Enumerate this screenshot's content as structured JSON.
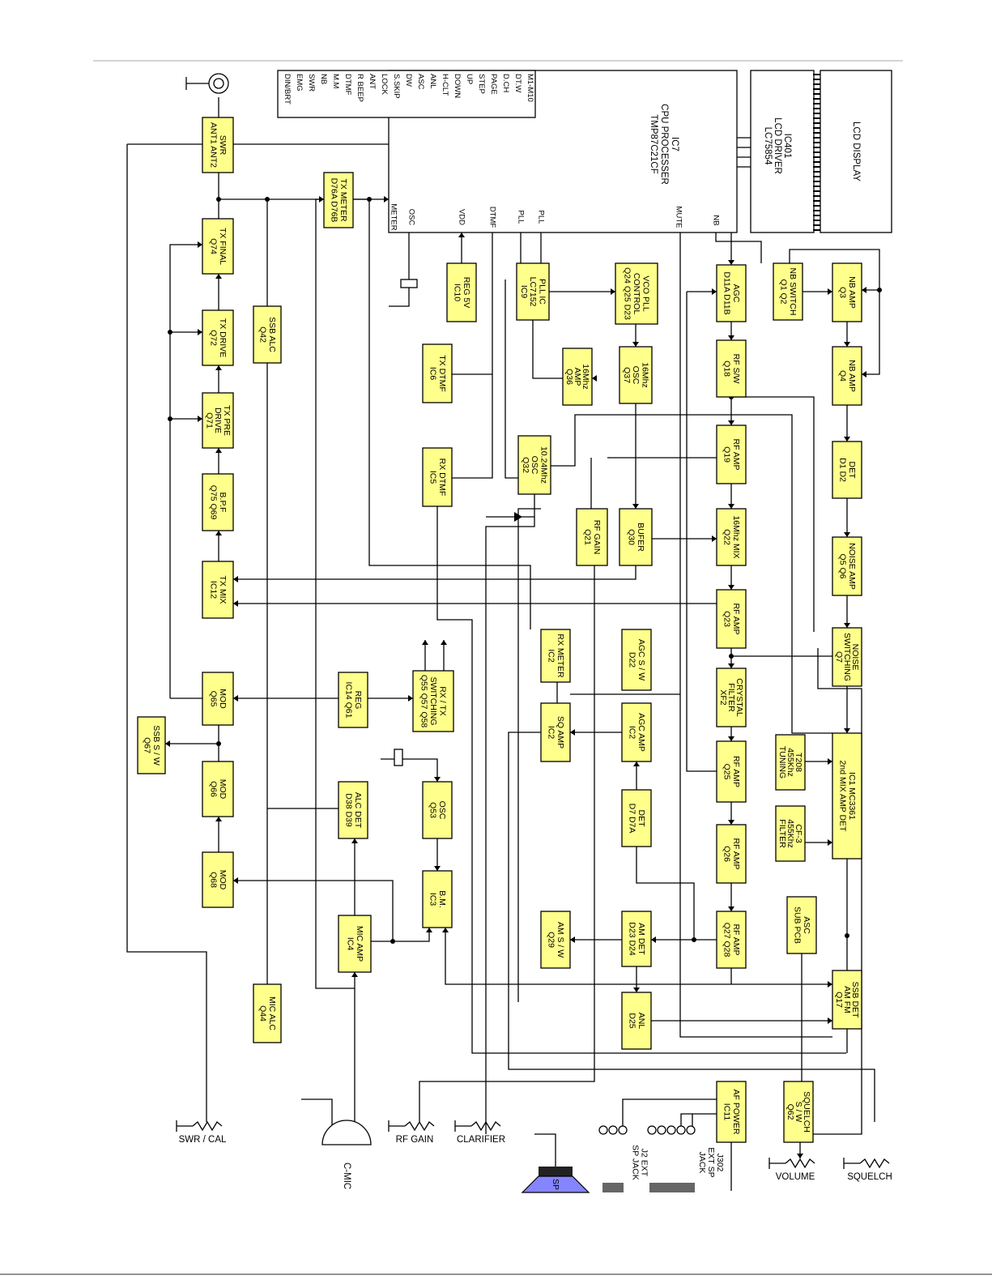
{
  "blocks": {
    "swr": [
      "SWR",
      "ANT1 ANT2"
    ],
    "tx_meter": [
      "TX METER",
      "D76A D76B"
    ],
    "tx_final": [
      "TX FINAL",
      "Q74"
    ],
    "ssb_alc": [
      "SSB ALC",
      "Q42"
    ],
    "tx_drive": [
      "TX DRIVE",
      "Q72"
    ],
    "tx_pre": [
      "TX PRE",
      "DRIVE",
      "Q71"
    ],
    "bpf": [
      "B.P.F",
      "Q75 Q69"
    ],
    "tx_mix": [
      "TX MIX",
      "IC12"
    ],
    "mod65": [
      "MOD",
      "Q65"
    ],
    "ssb_sw": [
      "SSB S / W",
      "Q67"
    ],
    "mod66": [
      "MOD",
      "Q66"
    ],
    "mod68": [
      "MOD",
      "Q68"
    ],
    "mic_alc": [
      "MIC ALC",
      "Q44"
    ],
    "reg5v": [
      "REG 5V",
      "IC10"
    ],
    "tx_dtmf": [
      "TX DTMF",
      "IC6"
    ],
    "rx_dtmf": [
      "RX DTMF",
      "IC5"
    ],
    "reg_ic14": [
      "REG",
      "IC14 Q61"
    ],
    "rxtx_sw": [
      "RX / TX",
      "SWITCHING",
      "Q55 Q57 Q58"
    ],
    "alc_det": [
      "ALC DET",
      "D38 D39"
    ],
    "mic_amp": [
      "MIC AMP",
      "IC4"
    ],
    "osc53": [
      "OSC",
      "Q53"
    ],
    "bm": [
      "B.M.",
      "IC3"
    ],
    "pll_ic": [
      "PLL IC",
      "LC7152",
      "IC9"
    ],
    "vco": [
      "VCO PLL",
      "CONTROL",
      "Q24 Q25 D23"
    ],
    "amp16": [
      "16Mhz",
      "AMP",
      "Q36"
    ],
    "osc16": [
      "16Mhz",
      "OSC",
      "Q37"
    ],
    "osc10": [
      "10.24Mhz",
      "OSC",
      "Q32"
    ],
    "rf_gain_q": [
      "RF GAIN",
      "Q21"
    ],
    "bufer": [
      "BUFER",
      "Q30"
    ],
    "rx_meter": [
      "RX METER",
      "IC2"
    ],
    "agc_sw": [
      "AGC S / W",
      "D22"
    ],
    "sq_amp": [
      "SQ AMP",
      "IC2"
    ],
    "agc_amp": [
      "AGC AMP",
      "IC2"
    ],
    "det_d7": [
      "DET",
      "D7 D7A"
    ],
    "am_sw": [
      "AM S / W",
      "Q29"
    ],
    "am_det": [
      "AM DET",
      "D23 D24"
    ],
    "anl": [
      "ANL",
      "D25"
    ],
    "agc_d11": [
      "AGC",
      "D11A D11B"
    ],
    "rf_sw": [
      "RF S/W",
      "Q18"
    ],
    "rf_amp19": [
      "RF AMP",
      "Q19"
    ],
    "mix16": [
      "16Mhz MIX",
      "Q22"
    ],
    "rf_amp23": [
      "RF AMP",
      "Q23"
    ],
    "crystal": [
      "CRYSTAL",
      "FILTER",
      "XF2"
    ],
    "rf_amp25": [
      "RF AMP",
      "Q25"
    ],
    "rf_amp26": [
      "RF AMP",
      "Q26"
    ],
    "rf_amp27": [
      "RF AMP",
      "Q27 Q28"
    ],
    "af_power": [
      "AF POWER",
      "IC11"
    ],
    "nb_switch": [
      "NB SWITCH",
      "Q1 Q2"
    ],
    "nb_amp3": [
      "NB AMP",
      "Q3"
    ],
    "nb_amp4": [
      "NB AMP",
      "Q4"
    ],
    "det_d1": [
      "DET",
      "D1 D2"
    ],
    "noise_amp": [
      "NOISE AMP",
      "Q5 Q6"
    ],
    "noise_sw": [
      "NOISE",
      "SWITCHING",
      "Q7"
    ],
    "ic1": [
      "IC1 MC3361",
      "2nd MIX AMP DET"
    ],
    "t208": [
      "T208",
      "455Khz",
      "TUNING"
    ],
    "cf3": [
      "CF-3",
      "455Khz",
      "FILTER"
    ],
    "asc_sub": [
      "ASC",
      "SUB PCB"
    ],
    "ssb_det": [
      "SSB DET",
      "AM FM",
      "Q17"
    ],
    "squelch_sw": [
      "SQUELCH",
      "S / W",
      "Q62"
    ]
  },
  "cpu": {
    "title": [
      "IC7",
      "CPU PROCESSER",
      "TMP87C21CF"
    ],
    "pins_left": [
      "METER",
      "OSC",
      "VDD",
      "DTMF",
      "PLL",
      "PLL"
    ],
    "pins_right": [
      "MUTE",
      "NB"
    ]
  },
  "lcd_driver": [
    "IC401",
    "LCD DRIVER",
    "LC75854"
  ],
  "lcd_display": "LCD DISPLAY",
  "switches": [
    "M1-M10",
    "DT.W",
    "D.CH",
    "PAGE",
    "STEP",
    "UP",
    "DOWN",
    "H-CLT",
    "ANL",
    "ASC",
    "DW",
    "S.SKIP",
    "LOCK",
    "ANT",
    "R BEEP",
    "DTMF",
    "M.M",
    "NB",
    "SWR",
    "EMG",
    "DIN/BRT"
  ],
  "controls": {
    "swr_cal": "SWR / CAL",
    "rf_gain": "RF GAIN",
    "clarifier": "CLARIFIER",
    "volume": "VOLUME",
    "squelch": "SQUELCH",
    "c_mic": "C-MIC",
    "sp": "SP",
    "j2": [
      "J2 EXT",
      "SP JACK"
    ],
    "j302": [
      "J302",
      "EXT SP",
      "JACK"
    ]
  }
}
